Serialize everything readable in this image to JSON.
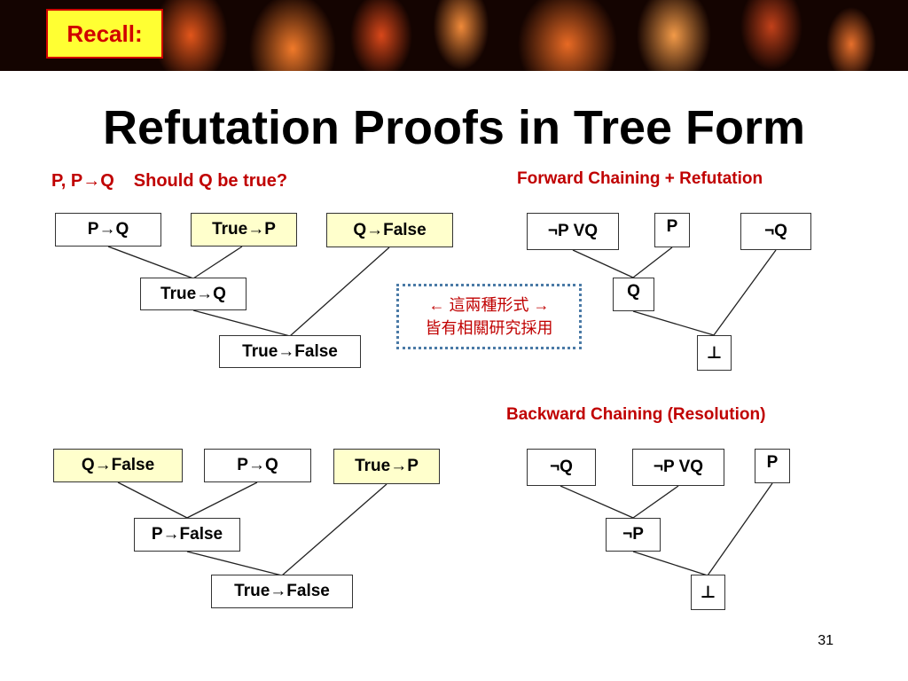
{
  "header": {
    "recall": "Recall:",
    "title": "Refutation Proofs in Tree Form",
    "question_premises": "P, P→Q",
    "question_text": "Should Q be true?"
  },
  "forward": {
    "label": "Forward Chaining + Refutation",
    "nodes": [
      "¬P VQ",
      "P",
      "¬Q",
      "Q",
      "⊥"
    ]
  },
  "backward": {
    "label": "Backward Chaining (Resolution)",
    "nodes": [
      "¬Q",
      "¬P VQ",
      "P",
      "¬P",
      "⊥"
    ]
  },
  "tree_top": {
    "nodes": [
      "P→Q",
      "True→P",
      "Q→False",
      "True→Q",
      "True→False"
    ]
  },
  "tree_bottom": {
    "nodes": [
      "Q→False",
      "P→Q",
      "True→P",
      "P→False",
      "True→False"
    ]
  },
  "note": {
    "line1": "← 這兩種形式 →",
    "line2": "皆有相關研究採用",
    "border_color": "#4a7aa6"
  },
  "page_number": "31",
  "colors": {
    "accent_red": "#c00000",
    "recall_bg": "#ffff33",
    "highlight_box": "#ffffcc"
  }
}
